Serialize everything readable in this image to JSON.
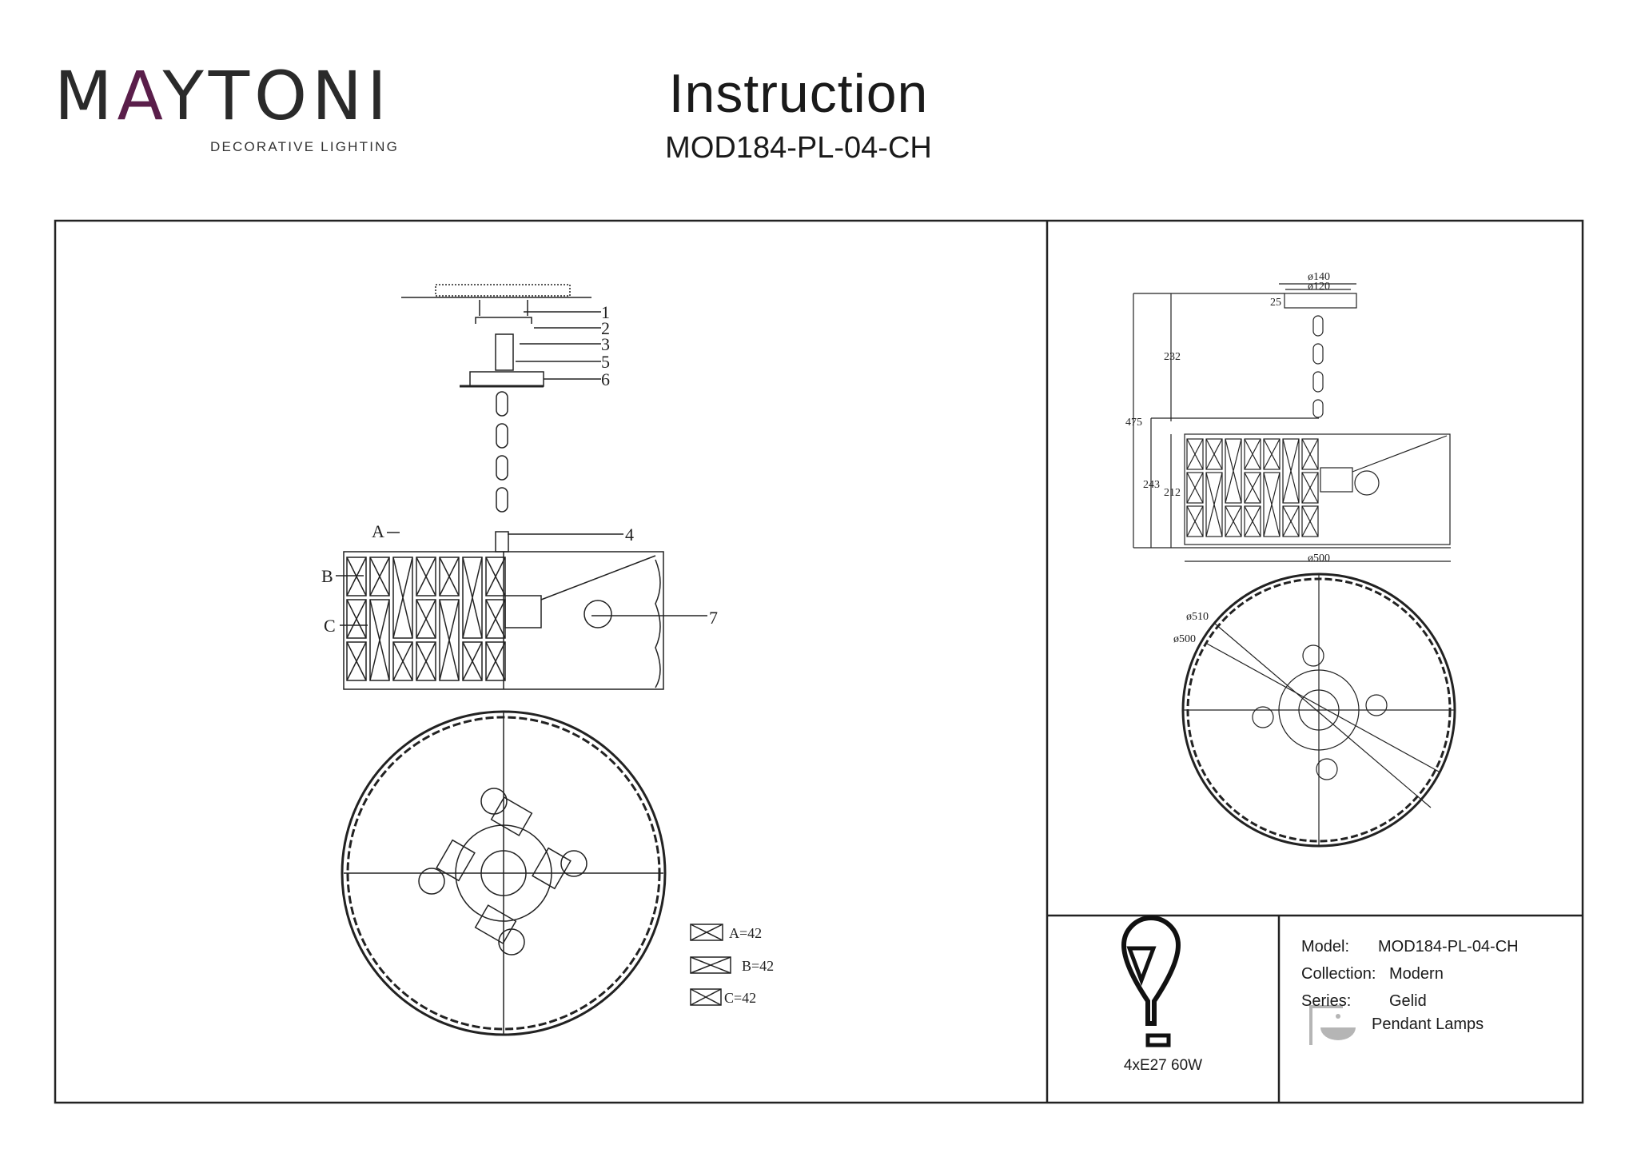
{
  "brand": {
    "name_prefix": "M",
    "name_accent": "A",
    "name_rest": "YTONI",
    "tagline": "DECORATIVE LIGHTING",
    "accent_color": "#5a1e4a"
  },
  "header": {
    "title": "Instruction",
    "model": "MOD184-PL-04-CH"
  },
  "assembly": {
    "callouts": [
      "1",
      "2",
      "3",
      "5",
      "6",
      "4",
      "7"
    ],
    "crystal_labels": [
      "A",
      "B",
      "C"
    ],
    "legend": [
      "A=42",
      "B=42",
      "C=42"
    ]
  },
  "dimensions": {
    "d140": "ø140",
    "d120": "ø120",
    "h25": "25",
    "h232": "232",
    "h475": "475",
    "h243": "243",
    "h212": "212",
    "d500": "ø500",
    "d510": "ø510",
    "d500b": "ø500"
  },
  "bulb": {
    "spec": "4xE27 60W"
  },
  "specs": {
    "model_label": "Model:",
    "model_value": "MOD184-PL-04-CH",
    "collection_label": "Collection:",
    "collection_value": "Modern",
    "series_label": "Series:",
    "series_value": "Gelid",
    "type_value": "Pendant Lamps"
  }
}
